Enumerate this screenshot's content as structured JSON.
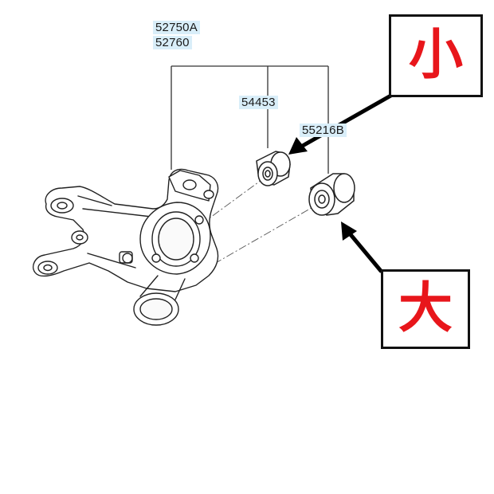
{
  "labels": {
    "knuckle_part_a": "52750A",
    "knuckle_part_b": "52760",
    "small_bushing_part": "54453",
    "large_bushing_part": "55216B"
  },
  "callouts": {
    "small": "小",
    "large": "大"
  },
  "colors": {
    "callout_text": "#e8161b",
    "label_highlight": "#d9eef9",
    "line": "#333333"
  }
}
